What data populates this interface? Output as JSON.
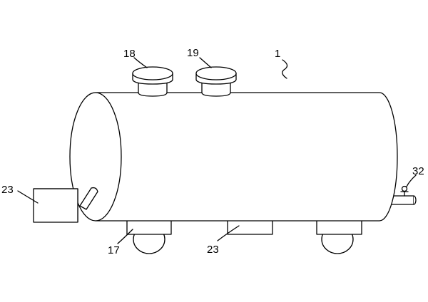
{
  "labels": {
    "tank": "1",
    "cap_left": "18",
    "cap_right": "19",
    "outlet_box": "23",
    "pipe_valve": "32",
    "wheel_support": "17",
    "support_middle": "23"
  }
}
